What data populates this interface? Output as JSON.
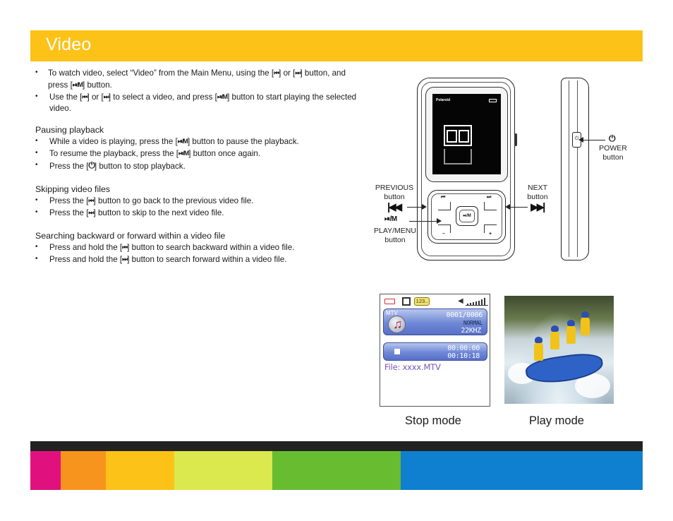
{
  "page": {
    "title": "Video"
  },
  "intro": [
    "To watch video, select “Video” from the Main Menu, using the [",
    "] or [",
    "] button, and press [",
    "] button."
  ],
  "select_video": [
    "Use the [",
    "] or [",
    "] to select a video, and press [",
    "] button to start playing the selected video."
  ],
  "keys": {
    "prev": "⏮",
    "next": "⏭",
    "playmenu": "⏯/M",
    "power": "⏻"
  },
  "sections": {
    "pausing": {
      "heading": "Pausing playback",
      "items": [
        [
          "While a video is playing, press the [",
          "] button to pause the playback."
        ],
        [
          "To resume the playback, press the [",
          "] button once again."
        ],
        [
          "Press the [",
          "] button to stop playback."
        ]
      ]
    },
    "skipping": {
      "heading": "Skipping video files",
      "items": [
        [
          "Press the [",
          "] button to go back to the previous video file."
        ],
        [
          "Press the [",
          "] button to skip to the next video file."
        ]
      ]
    },
    "searching": {
      "heading": "Searching backward or forward within a video file",
      "items": [
        [
          "Press and hold the [",
          "] button to search backward within a video file."
        ],
        [
          "Press and hold the [",
          "] button to search forward within a video file."
        ]
      ]
    }
  },
  "device": {
    "brand": "Polaroid",
    "center_key": "⏯/M",
    "minus": "–",
    "plus": "+",
    "labels": {
      "previous": [
        "PREVIOUS",
        "button"
      ],
      "next": [
        "NEXT",
        "button"
      ],
      "playmenu": [
        "PLAY/MENU",
        "button"
      ],
      "power": [
        "POWER",
        "button"
      ]
    },
    "label_icons": {
      "previous": "|◀◀",
      "next": "▶▶|",
      "playmenu": "⏯/M",
      "power": "⏻"
    }
  },
  "stop_screen": {
    "track_badge": "123..",
    "mtv_tag": "MTV",
    "counter": "0001/0006",
    "mode": "NORMAL",
    "freq": "22KHZ",
    "time_elapsed": "00:00:00",
    "time_total": "00:10:18",
    "file": "File: xxxx.MTV",
    "colors": {
      "battery": "#d0313c",
      "panel": "#6f88d6",
      "file_text": "#7a55b8"
    }
  },
  "captions": {
    "stop": "Stop mode",
    "play": "Play mode"
  },
  "footer": {
    "dark": "#222222",
    "stripes": [
      "#e0117f",
      "#f7941d",
      "#fdc218",
      "#dbe84e",
      "#67bd2f",
      "#0f7fd0"
    ]
  }
}
